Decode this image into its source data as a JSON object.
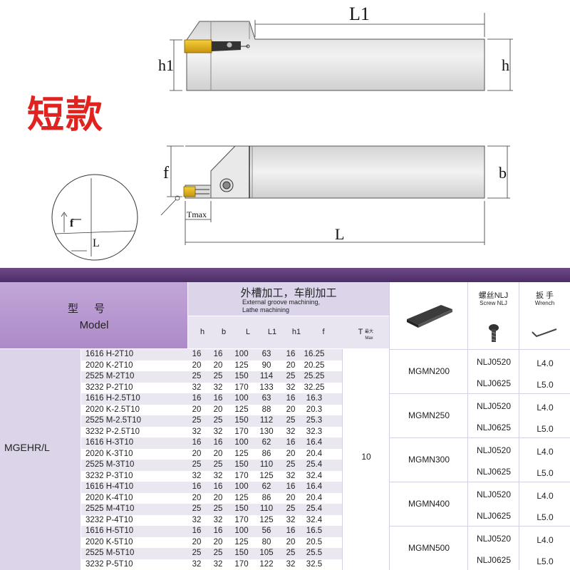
{
  "title_cn": "短款",
  "drawing_labels": {
    "L1": "L1",
    "h1": "h1",
    "h": "h",
    "f": "f",
    "b": "b",
    "L": "L",
    "Tmax": "Tmax",
    "detail_f": "f",
    "detail_L": "L"
  },
  "table": {
    "model_header_cn": "型号",
    "model_header_en": "Model",
    "machining_cn": "外槽加工，车削加工",
    "machining_en_1": "External groove machining,",
    "machining_en_2": "Lathe machining",
    "param_h": "h",
    "param_b": "b",
    "param_L": "L",
    "param_L1": "L1",
    "param_h1": "h1",
    "param_f": "f",
    "param_T": "T",
    "param_T_sup": "最大",
    "param_T_sub": "Max",
    "screw_cn": "螺丝NLJ",
    "screw_en": "Screw NLJ",
    "wrench_cn": "扳 手",
    "wrench_en": "Wrench",
    "main_model": "MGEHR/L",
    "tmax_value": "10",
    "rows": [
      {
        "model": "1616 H-2T10",
        "h": "16",
        "b": "16",
        "L": "100",
        "L1": "63",
        "h1": "16",
        "f": "16.25"
      },
      {
        "model": "2020 K-2T10",
        "h": "20",
        "b": "20",
        "L": "125",
        "L1": "90",
        "h1": "20",
        "f": "20.25"
      },
      {
        "model": "2525 M-2T10",
        "h": "25",
        "b": "25",
        "L": "150",
        "L1": "114",
        "h1": "25",
        "f": "25.25"
      },
      {
        "model": "3232 P-2T10",
        "h": "32",
        "b": "32",
        "L": "170",
        "L1": "133",
        "h1": "32",
        "f": "32.25"
      },
      {
        "model": "1616 H-2.5T10",
        "h": "16",
        "b": "16",
        "L": "100",
        "L1": "63",
        "h1": "16",
        "f": "16.3"
      },
      {
        "model": "2020 K-2.5T10",
        "h": "20",
        "b": "20",
        "L": "125",
        "L1": "88",
        "h1": "20",
        "f": "20.3"
      },
      {
        "model": "2525 M-2.5T10",
        "h": "25",
        "b": "25",
        "L": "150",
        "L1": "112",
        "h1": "25",
        "f": "25.3"
      },
      {
        "model": "3232 P-2.5T10",
        "h": "32",
        "b": "32",
        "L": "170",
        "L1": "130",
        "h1": "32",
        "f": "32.3"
      },
      {
        "model": "1616 H-3T10",
        "h": "16",
        "b": "16",
        "L": "100",
        "L1": "62",
        "h1": "16",
        "f": "16.4"
      },
      {
        "model": "2020 K-3T10",
        "h": "20",
        "b": "20",
        "L": "125",
        "L1": "86",
        "h1": "20",
        "f": "20.4"
      },
      {
        "model": "2525 M-3T10",
        "h": "25",
        "b": "25",
        "L": "150",
        "L1": "110",
        "h1": "25",
        "f": "25.4"
      },
      {
        "model": "3232 P-3T10",
        "h": "32",
        "b": "32",
        "L": "170",
        "L1": "125",
        "h1": "32",
        "f": "32.4"
      },
      {
        "model": "1616 H-4T10",
        "h": "16",
        "b": "16",
        "L": "100",
        "L1": "62",
        "h1": "16",
        "f": "16.4"
      },
      {
        "model": "2020 K-4T10",
        "h": "20",
        "b": "20",
        "L": "125",
        "L1": "86",
        "h1": "20",
        "f": "20.4"
      },
      {
        "model": "2525 M-4T10",
        "h": "25",
        "b": "25",
        "L": "150",
        "L1": "110",
        "h1": "25",
        "f": "25.4"
      },
      {
        "model": "3232 P-4T10",
        "h": "32",
        "b": "32",
        "L": "170",
        "L1": "125",
        "h1": "32",
        "f": "32.4"
      },
      {
        "model": "1616 H-5T10",
        "h": "16",
        "b": "16",
        "L": "100",
        "L1": "56",
        "h1": "16",
        "f": "16.5"
      },
      {
        "model": "2020 K-5T10",
        "h": "20",
        "b": "20",
        "L": "125",
        "L1": "80",
        "h1": "20",
        "f": "20.5"
      },
      {
        "model": "2525 M-5T10",
        "h": "25",
        "b": "25",
        "L": "150",
        "L1": "105",
        "h1": "25",
        "f": "25.5"
      },
      {
        "model": "3232 P-5T10",
        "h": "32",
        "b": "32",
        "L": "170",
        "L1": "122",
        "h1": "32",
        "f": "32.5"
      }
    ],
    "groups": [
      {
        "insert": "MGMN200",
        "screw1": "NLJ0520",
        "wrench1": "L4.0",
        "screw2": "NLJ0625",
        "wrench2": "L5.0"
      },
      {
        "insert": "MGMN250",
        "screw1": "NLJ0520",
        "wrench1": "L4.0",
        "screw2": "NLJ0625",
        "wrench2": "L5.0"
      },
      {
        "insert": "MGMN300",
        "screw1": "NLJ0520",
        "wrench1": "L4.0",
        "screw2": "NLJ0625",
        "wrench2": "L5.0"
      },
      {
        "insert": "MGMN400",
        "screw1": "NLJ0520",
        "wrench1": "L4.0",
        "screw2": "NLJ0625",
        "wrench2": "L5.0"
      },
      {
        "insert": "MGMN500",
        "screw1": "NLJ0520",
        "wrench1": "L4.0",
        "screw2": "NLJ0625",
        "wrench2": "L5.0"
      }
    ]
  },
  "colors": {
    "title_red": "#e0231f",
    "header_purple": "#5b3a75",
    "model_header_bg": "#b898d0",
    "row_alt_bg": "#ebe7f1",
    "insert_gold": "#e8b417"
  }
}
